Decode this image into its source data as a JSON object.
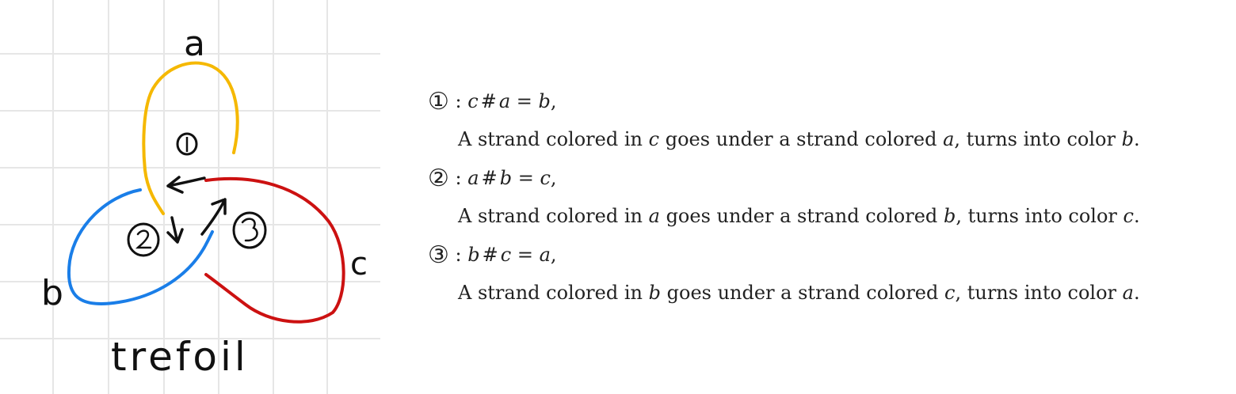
{
  "diagram": {
    "labels": {
      "a": "a",
      "b": "b",
      "c": "c",
      "caption": "trefoil"
    },
    "crossing_marks": [
      "①",
      "②",
      "③"
    ],
    "colors": {
      "a": "#f5b800",
      "b": "#1a7ee8",
      "c": "#cc1111",
      "ink": "#111111",
      "grid": "#e6e6e6"
    }
  },
  "rules": [
    {
      "mark": "①",
      "sep": ":",
      "lhs_a": "c",
      "op": "#",
      "lhs_b": "a",
      "eq": "=",
      "rhs": "b",
      "end": ",",
      "desc_pre": "A strand colored in",
      "desc_v1": "c",
      "desc_mid": "goes under a strand colored",
      "desc_v2": "a",
      "desc_post": ", turns into color",
      "desc_v3": "b",
      "desc_end": "."
    },
    {
      "mark": "②",
      "sep": ":",
      "lhs_a": "a",
      "op": "#",
      "lhs_b": "b",
      "eq": "=",
      "rhs": "c",
      "end": ",",
      "desc_pre": "A strand colored in",
      "desc_v1": "a",
      "desc_mid": "goes under a strand colored",
      "desc_v2": "b",
      "desc_post": ", turns into color",
      "desc_v3": "c",
      "desc_end": "."
    },
    {
      "mark": "③",
      "sep": ":",
      "lhs_a": "b",
      "op": "#",
      "lhs_b": "c",
      "eq": "=",
      "rhs": "a",
      "end": ",",
      "desc_pre": "A strand colored in",
      "desc_v1": "b",
      "desc_mid": "goes under a strand colored",
      "desc_v2": "c",
      "desc_post": ", turns into color",
      "desc_v3": "a",
      "desc_end": "."
    }
  ]
}
